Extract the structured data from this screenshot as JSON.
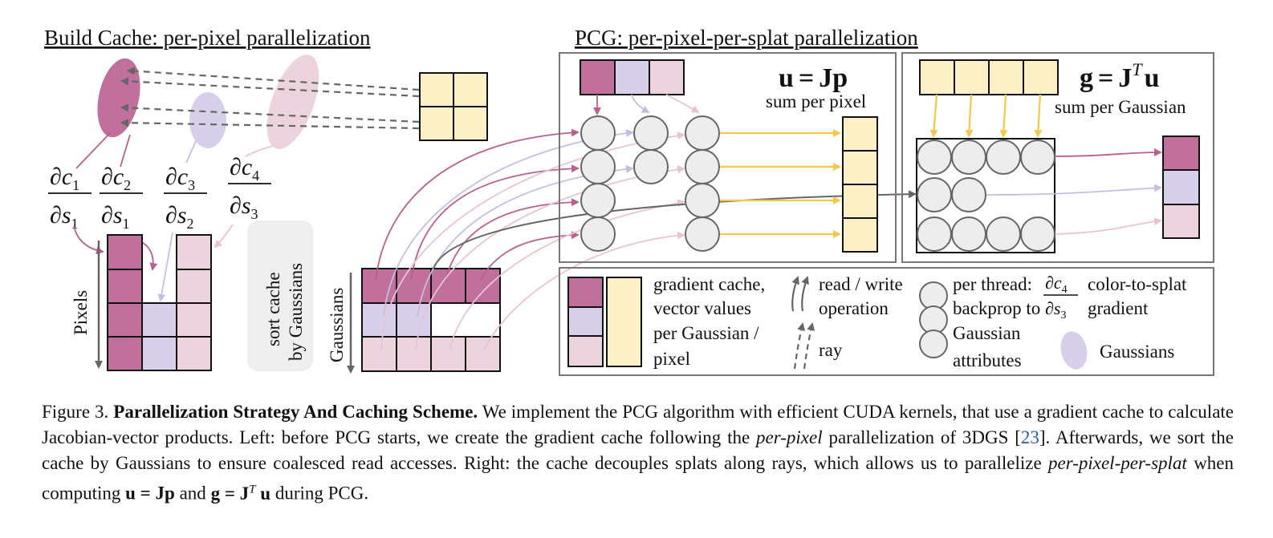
{
  "left_panel": {
    "title": "Build Cache: per-pixel parallelization",
    "grads": [
      {
        "num": "c",
        "num_sub": "1",
        "den": "s",
        "den_sub": "1"
      },
      {
        "num": "c",
        "num_sub": "2",
        "den": "s",
        "den_sub": "1"
      },
      {
        "num": "c",
        "num_sub": "3",
        "den": "s",
        "den_sub": "2"
      },
      {
        "num": "c",
        "num_sub": "4",
        "den": "s",
        "den_sub": "3"
      }
    ],
    "pixels_label": "Pixels",
    "sort_label_1": "sort cache",
    "sort_label_2": "by Gaussians",
    "gaussians_axis_label": "Gaussians"
  },
  "right_panel": {
    "title": "PCG: per-pixel-per-splat parallelization",
    "eq1": {
      "lhs": "u",
      "rhs": "Jp",
      "label": "sum per pixel"
    },
    "eq2": {
      "lhs": "g",
      "rhs": "J",
      "sup": "T",
      "rhs2": "u",
      "label": "sum per Gaussian"
    }
  },
  "legend": {
    "cache_1": "gradient cache,",
    "cache_2": "vector values",
    "cache_3": "per Gaussian /",
    "cache_4": "pixel",
    "rw_1": "read / write",
    "rw_2": "operation",
    "ray": "ray",
    "thread_1": "per thread:",
    "thread_2": "backprop to",
    "thread_3": "Gaussian",
    "thread_4": "attributes",
    "grad_num": "c",
    "grad_num_sub": "4",
    "grad_den": "s",
    "grad_den_sub": "3",
    "grad_1": "color-to-splat",
    "grad_2": "gradient",
    "gaussians": "Gaussians"
  },
  "caption": {
    "fig": "Figure 3.",
    "bold_title": "Parallelization Strategy And Caching Scheme.",
    "text1": "We implement the PCG algorithm with efficient CUDA kernels, that use a gradient cache to calculate Jacobian-vector products. Left: before PCG starts, we create the gradient cache following the",
    "italic1": "per-pixel",
    "text2": "parallelization of 3DGS [",
    "cite": "23",
    "text3": "]. Afterwards, we sort the cache by Gaussians to ensure coalesced read accesses. Right: the cache decouples splats along rays, which allows us to parallelize",
    "italic2": "per-pixel-per-splat",
    "text4": "when computing",
    "eq1": "u = Jp",
    "text5": "and",
    "eq2": "g = J",
    "eq2_sup": "T",
    "eq2_tail": "u",
    "text6": "during PCG."
  },
  "colors": {
    "magenta": "#c0709a",
    "lavender": "#d8d0ea",
    "pink": "#ecd3de",
    "yellow": "#fdf0c6",
    "arrow_yellow": "#f2c94c",
    "gray": "#666666",
    "circle": "#ededed"
  }
}
